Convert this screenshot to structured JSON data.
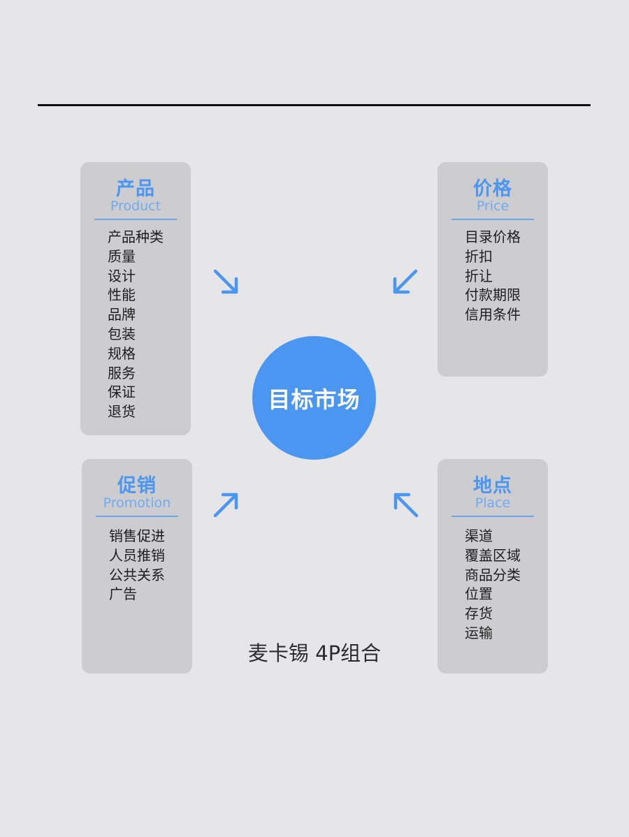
{
  "center": {
    "label": "目标市场"
  },
  "cards": {
    "product": {
      "title": "产品",
      "subtitle": "Product",
      "items": [
        "产品种类",
        "质量",
        "设计",
        "性能",
        "品牌",
        "包装",
        "规格",
        "服务",
        "保证",
        "退货"
      ]
    },
    "price": {
      "title": "价格",
      "subtitle": "Price",
      "items": [
        "目录价格",
        "折扣",
        "折让",
        "付款期限",
        "信用条件"
      ]
    },
    "promotion": {
      "title": "促销",
      "subtitle": "Promotion",
      "items": [
        "销售促进",
        "人员推销",
        "公共关系",
        "广告"
      ]
    },
    "place": {
      "title": "地点",
      "subtitle": "Place",
      "items": [
        "渠道",
        "覆盖区域",
        "商品分类",
        "位置",
        "存货",
        "运输"
      ]
    }
  },
  "caption": "麦卡锡 4P组合",
  "colors": {
    "accent": "#4a96f1",
    "card_bg": "#cdcdcf",
    "page_bg": "#e6e6e8"
  },
  "arrows": [
    "arrow-down-right-icon",
    "arrow-down-left-icon",
    "arrow-up-right-icon",
    "arrow-up-left-icon"
  ]
}
